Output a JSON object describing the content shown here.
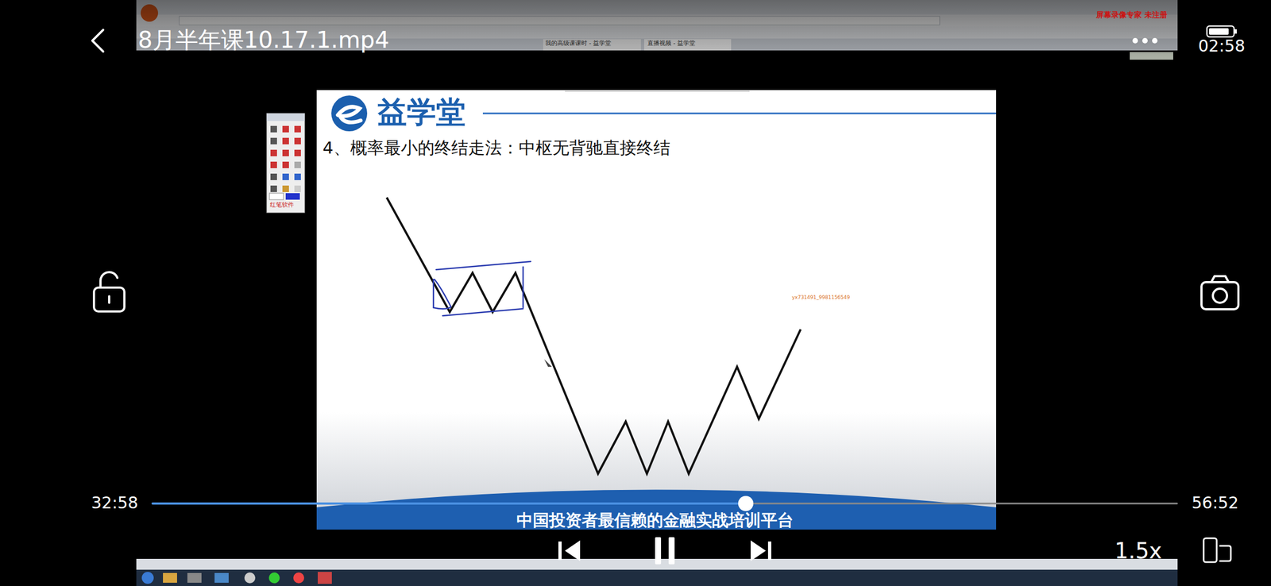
{
  "diagram": {
    "title": "4、概率最小的终结走法：中枢无背驰直接终结",
    "labels": [
      "8月半年课10.17.1.mp4",
      "02:58",
      "32:58",
      "56:52",
      "1.5x",
      "益学堂",
      "yx731491_9981156549",
      "中国投资者最信赖的金融实战培训平台",
      "屏幕录像专家 未注册",
      "直播视频 - 益学堂",
      "我的高级课课时 - 益学堂",
      "红笔软件"
    ]
  }
}
